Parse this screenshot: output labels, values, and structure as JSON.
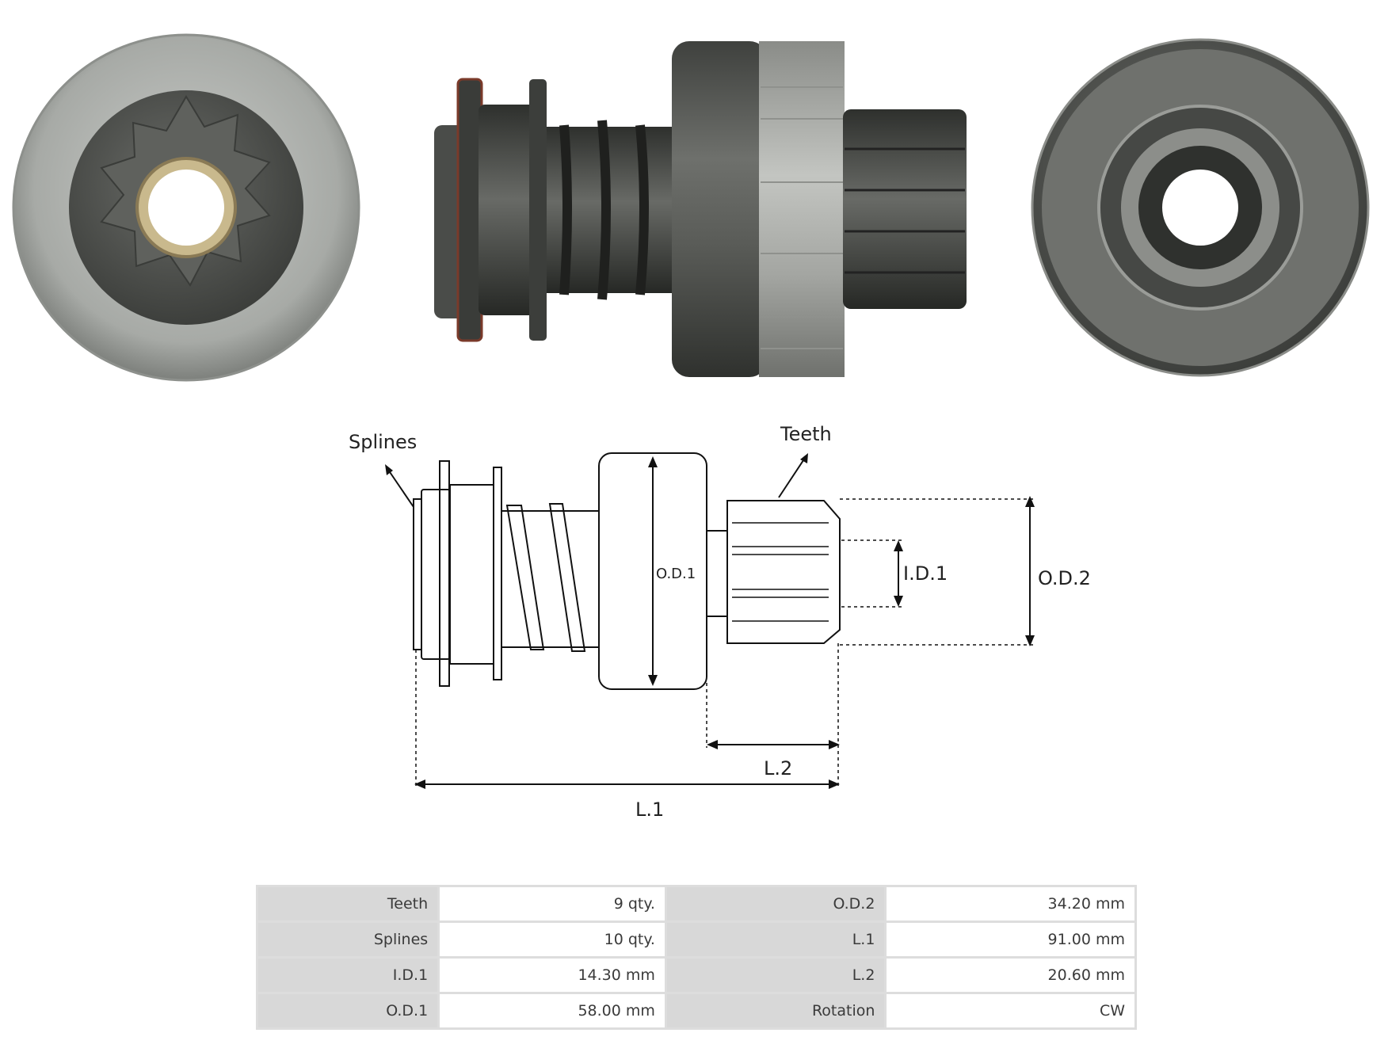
{
  "diagram": {
    "splines_label": "Splines",
    "teeth_label": "Teeth",
    "od1_label": "O.D.1",
    "id1_label": "I.D.1",
    "od2_label": "O.D.2",
    "l1_label": "L.1",
    "l2_label": "L.2"
  },
  "specs": {
    "rows": [
      {
        "label_a": "Teeth",
        "value_a": "9 qty.",
        "label_b": "O.D.2",
        "value_b": "34.20 mm"
      },
      {
        "label_a": "Splines",
        "value_a": "10 qty.",
        "label_b": "L.1",
        "value_b": "91.00 mm"
      },
      {
        "label_a": "I.D.1",
        "value_a": "14.30 mm",
        "label_b": "L.2",
        "value_b": "20.60 mm"
      },
      {
        "label_a": "O.D.1",
        "value_a": "58.00 mm",
        "label_b": "Rotation",
        "value_b": "CW"
      }
    ]
  },
  "colors": {
    "metal_light": "#b9bbb8",
    "metal_dark": "#4f514e",
    "table_header": "#d8d8d8"
  }
}
